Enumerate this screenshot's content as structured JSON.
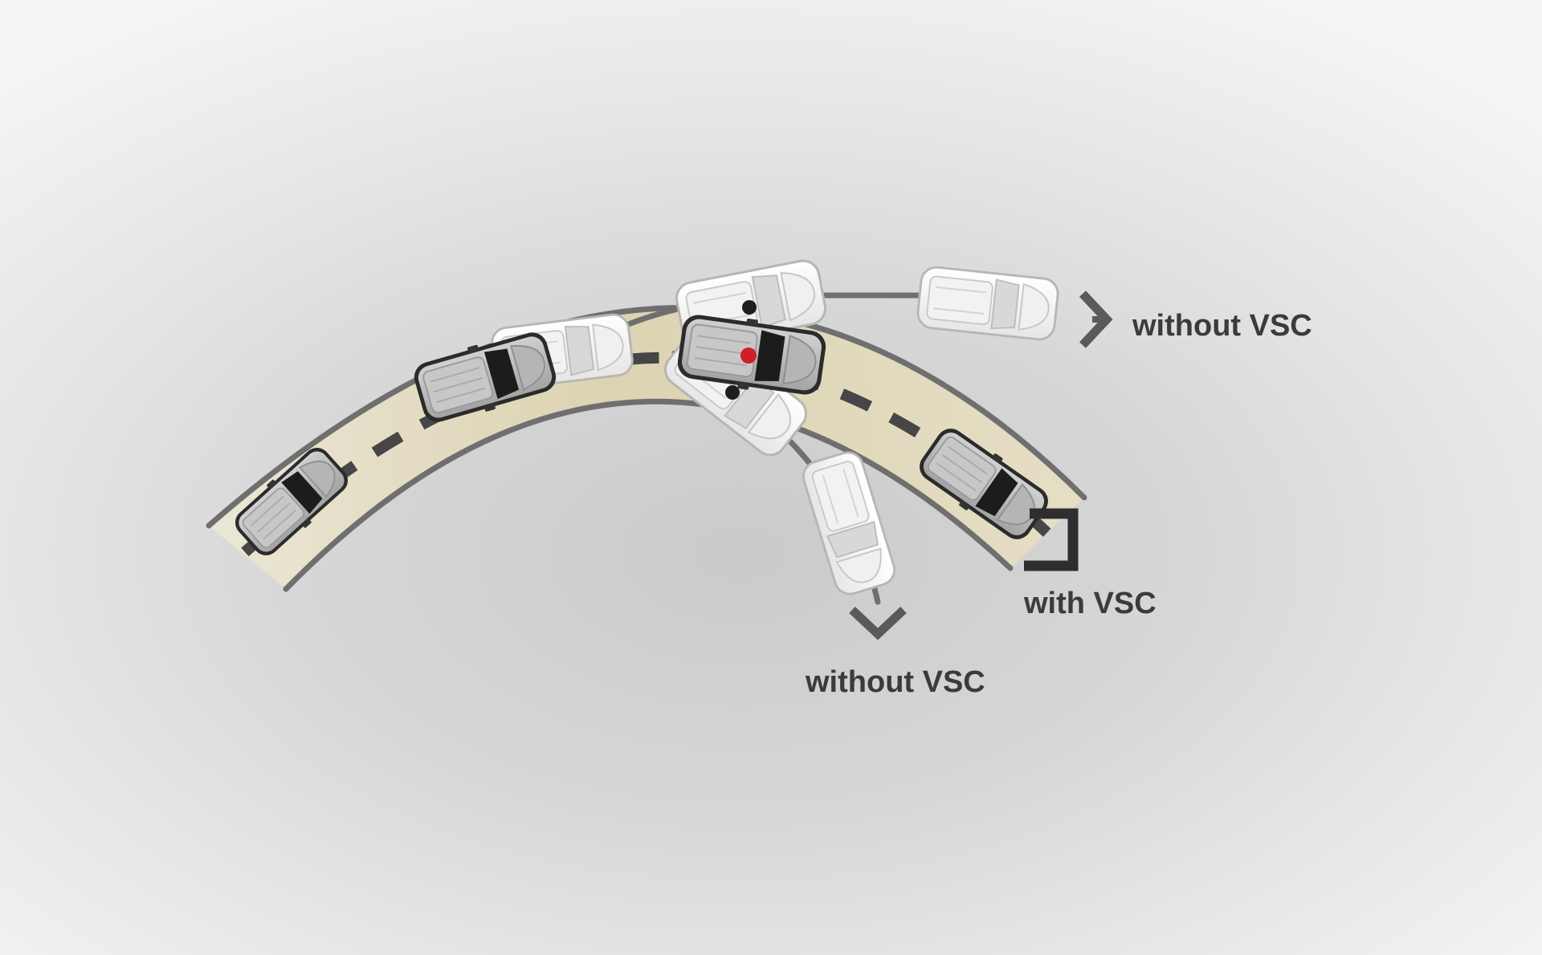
{
  "labels": {
    "without_vsc_top": "without VSC",
    "with_vsc": "with VSC",
    "without_vsc_bottom": "without VSC"
  },
  "colors": {
    "road_fill": "#e4dcc0",
    "road_edge": "#6f6f6f",
    "path_dashes": "#464646",
    "arrow": "#5a5a5a",
    "arrow_with_vsc": "#2e2e2e",
    "label_text": "#3b3b3b",
    "highlight_dot": "#cc1f2a",
    "car_body": "#b9b9b9",
    "car_roof": "#d2d2d2",
    "car_glass": "#222222",
    "ghost_car_body": "#f4f4f4"
  },
  "icons": {
    "car_with_vsc": "car-top-view-icon",
    "car_without_vsc": "ghost-car-top-view-icon",
    "direction_arrow": "arrow-head-icon"
  }
}
